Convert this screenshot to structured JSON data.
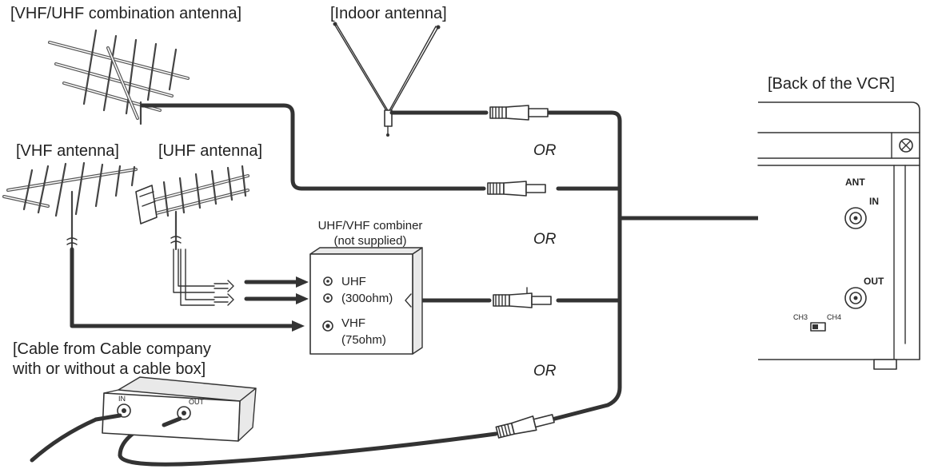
{
  "diagram": {
    "labels": {
      "vhf_uhf_combination_antenna": "[VHF/UHF combination antenna]",
      "indoor_antenna": "[Indoor antenna]",
      "vhf_antenna": "[VHF antenna]",
      "uhf_antenna": "[UHF antenna]",
      "back_of_vcr": "[Back of the VCR]",
      "combiner_title": "UHF/VHF combiner",
      "combiner_note": "(not supplied)",
      "cable_company_line1": "[Cable from Cable company",
      "cable_company_line2": "with or without a cable box]"
    },
    "or_labels": [
      "OR",
      "OR",
      "OR"
    ],
    "combiner_ports": {
      "uhf": "UHF",
      "uhf_impedance": "(300ohm)",
      "vhf": "VHF",
      "vhf_impedance": "(75ohm)"
    },
    "vcr": {
      "ant": "ANT",
      "in": "IN",
      "out": "OUT",
      "ch3": "CH3",
      "ch4": "CH4"
    },
    "cable_box": {
      "in": "IN",
      "out": "OUT"
    }
  },
  "colors": {
    "line": "#333333",
    "text": "#222222",
    "background": "#ffffff"
  }
}
